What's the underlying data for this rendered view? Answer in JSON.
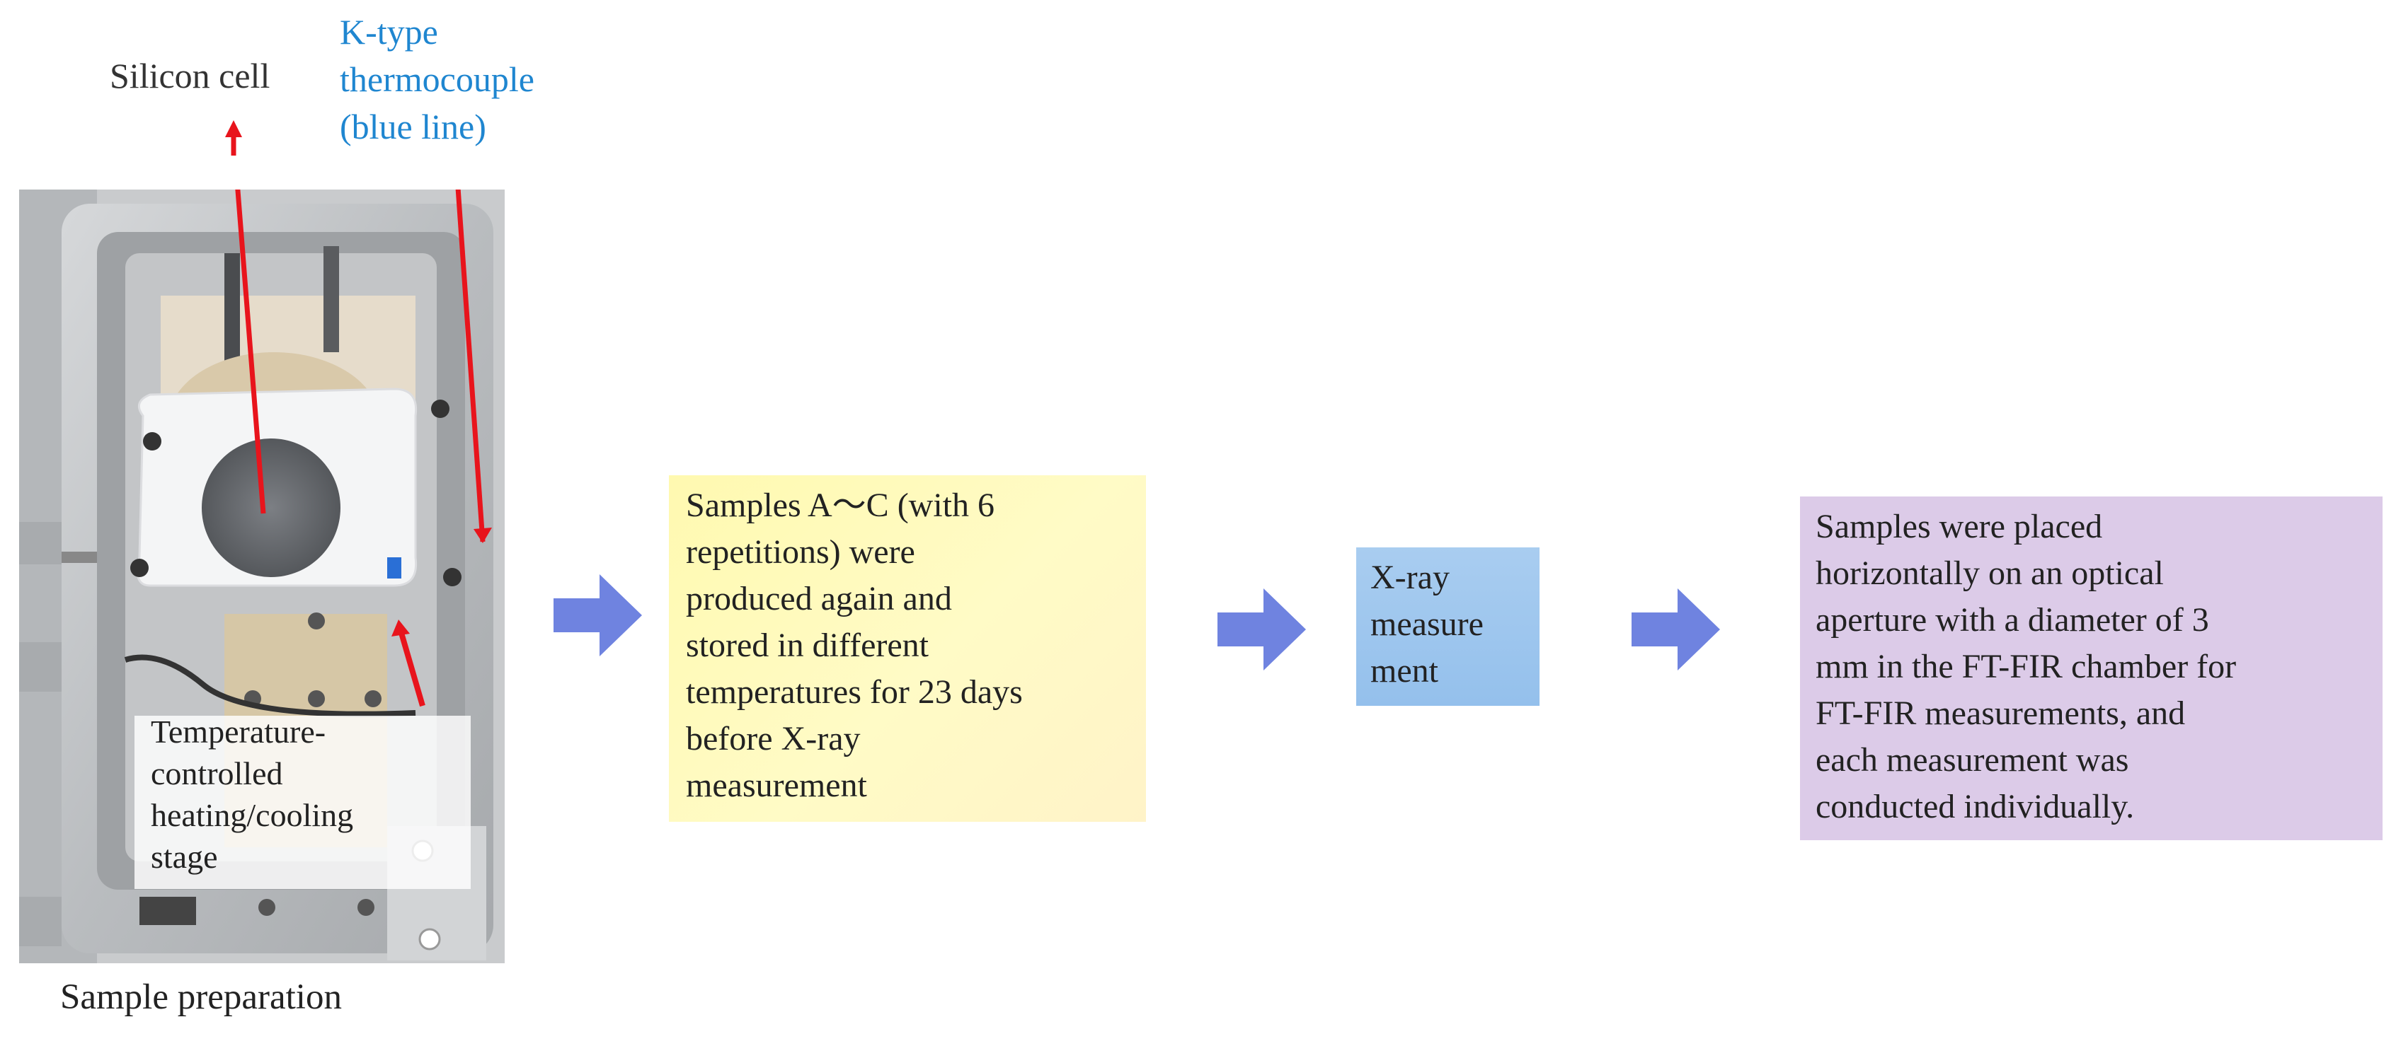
{
  "labels": {
    "silicon_cell": "Silicon cell",
    "thermocouple_line1": "K-type",
    "thermocouple_line2": "thermocouple",
    "thermocouple_line3": "(blue line)",
    "stage_line1": "Temperature-",
    "stage_line2": "controlled",
    "stage_line3": "heating/cooling",
    "stage_line4": "stage",
    "caption": "Sample preparation"
  },
  "steps": [
    {
      "lines": [
        "Samples A～C (with 6",
        "repetitions) were",
        "produced again and",
        "stored in different",
        "temperatures for 23 days",
        "before X-ray",
        "measurement"
      ]
    },
    {
      "lines": [
        "X-ray",
        "measure",
        "ment"
      ]
    },
    {
      "lines": [
        "Samples were placed",
        "horizontally on an optical",
        "aperture with a diameter of 3",
        "mm in the FT-FIR chamber for",
        "FT-FIR measurements, and",
        "each measurement was",
        "conducted individually."
      ]
    }
  ],
  "colors": {
    "thermocouple_label": "#1f86d0",
    "pointer_arrows": "#e8141c",
    "flow_arrows": "#6f83e0",
    "box1": "#fff9b0",
    "box2": "#9dc6ee",
    "box3": "#dccbe8"
  }
}
